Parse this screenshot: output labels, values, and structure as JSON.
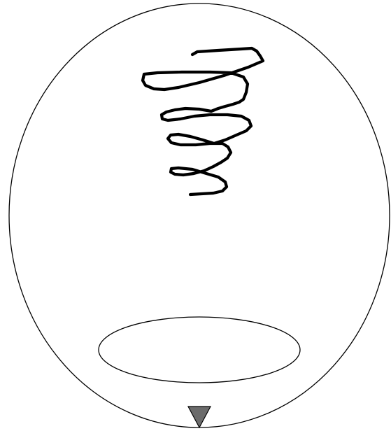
{
  "diagram": {
    "shapes": [
      {
        "name": "outer-ellipse",
        "kind": "ellipse"
      },
      {
        "name": "scribble-coil",
        "kind": "freehand-stroke"
      },
      {
        "name": "inner-ellipse",
        "kind": "ellipse"
      },
      {
        "name": "bottom-triangle",
        "kind": "triangle"
      }
    ]
  },
  "colors": {
    "background": "#ffffff",
    "outline": "#000000",
    "triangle_fill": "#6b6b6b"
  }
}
